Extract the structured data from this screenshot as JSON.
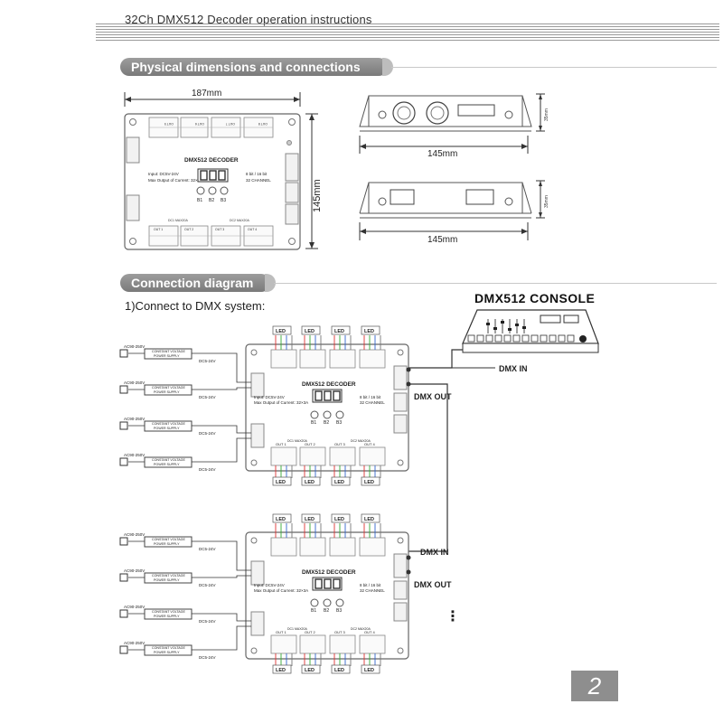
{
  "header": {
    "title": "32Ch DMX512 Decoder operation instructions"
  },
  "sections": {
    "physical": "Physical dimensions and connections",
    "connection": "Connection diagram"
  },
  "dimensions": {
    "width": "187mm",
    "height": "145mm",
    "side_width_top": "145mm",
    "side_width_bottom": "145mm",
    "side_depth": "35mm"
  },
  "decoder": {
    "name": "DMX512 DECODER",
    "input": "Input: DC5V-24V",
    "max_output": "Max Output of Current: 32×3A",
    "bits": "8 bit / 16 bit",
    "channel": "32 CHANNEL",
    "buttons": [
      "B1",
      "B2",
      "B3"
    ],
    "outputs": [
      "OUT 1",
      "OUT 2",
      "OUT 3",
      "OUT 4",
      "OUT 5",
      "OUT 6",
      "OUT 7",
      "OUT 8"
    ],
    "dc1": "DC1 MAX20A",
    "dc2": "DC2 MAX20A"
  },
  "connection": {
    "subhead": "1)Connect to DMX system:",
    "console": "DMX512 CONSOLE",
    "dmx_in": "DMX IN",
    "dmx_out": "DMX OUT",
    "led": "LED",
    "ac": "AC90-250V",
    "dc": "DC5-24V",
    "psu_line1": "CONSTANT VOLTAGE",
    "psu_line2": "POWER SUPPLY",
    "continue": "⋮"
  },
  "page": {
    "number": "2"
  }
}
